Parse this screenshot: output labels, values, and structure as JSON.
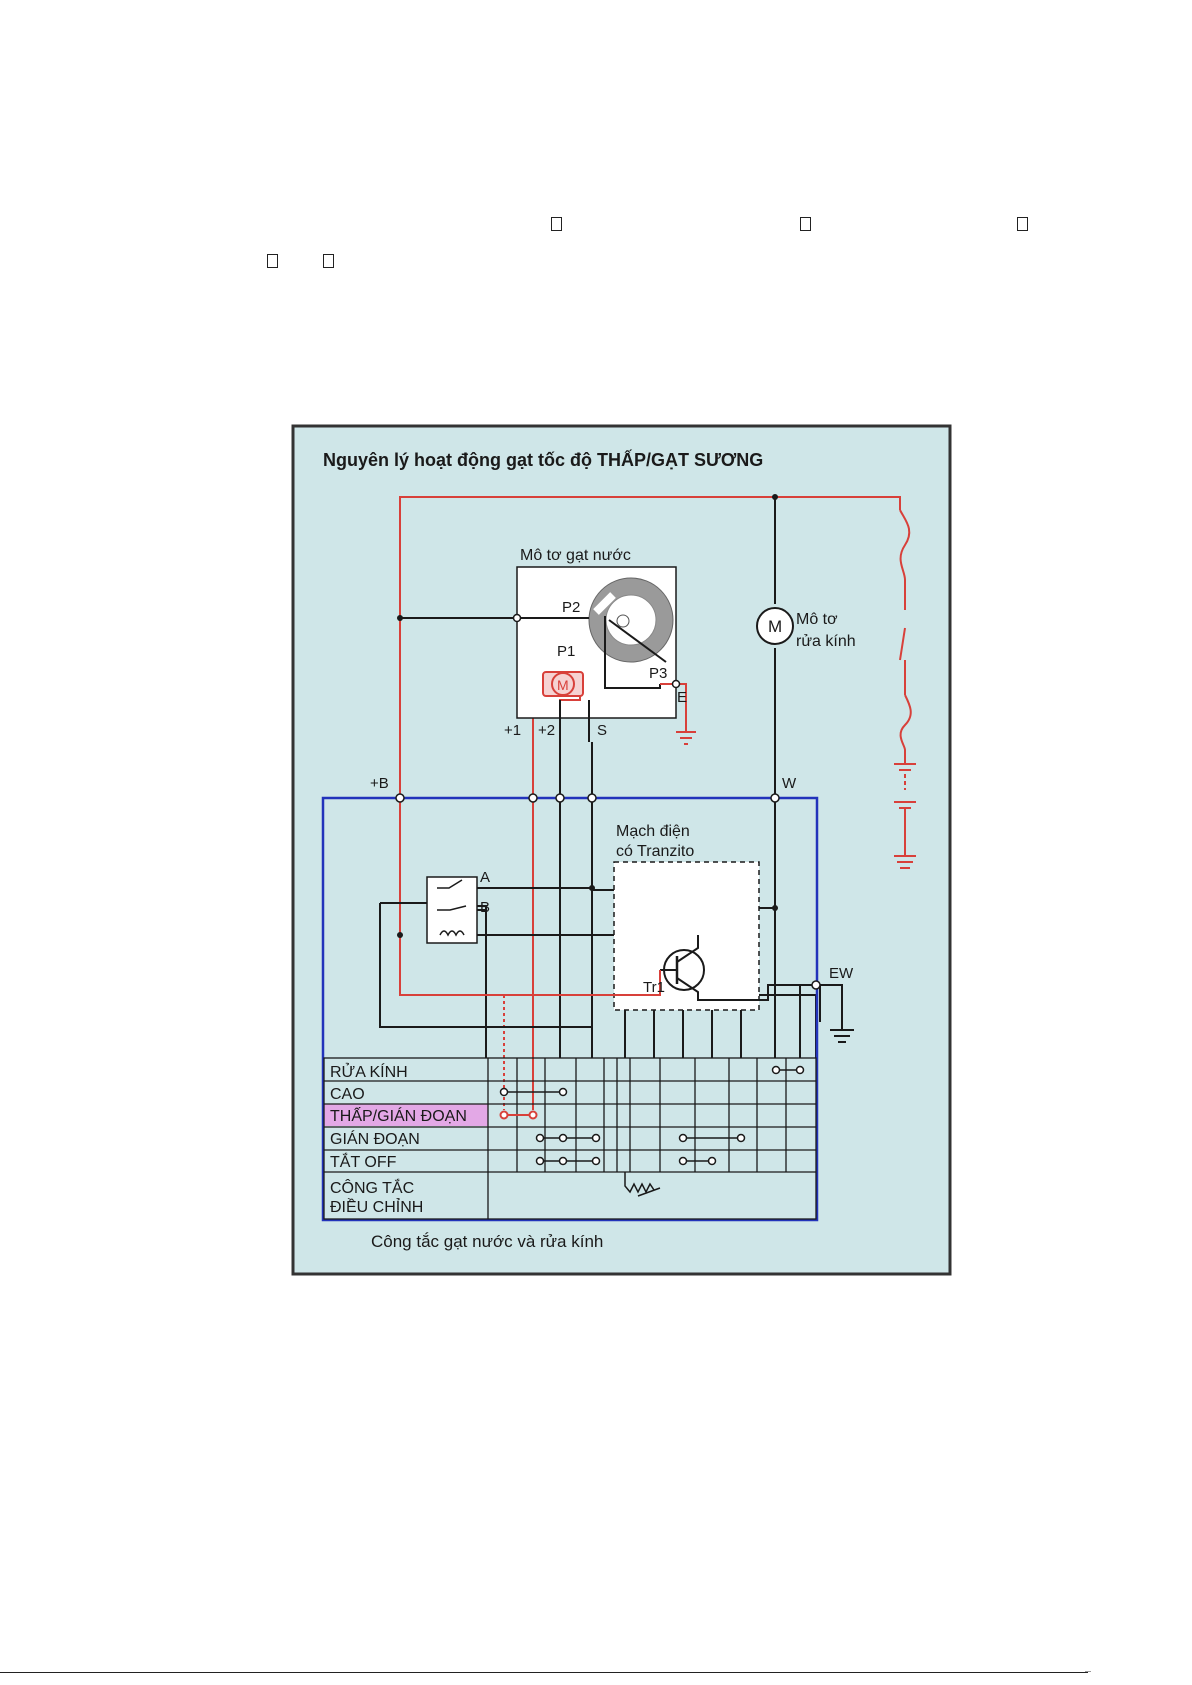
{
  "page": {
    "missing_glyphs": [
      "",
      "",
      "",
      "",
      ""
    ]
  },
  "diagram": {
    "title": "Nguyên lý hoạt động gạt tốc độ THẤP/GẠT SƯƠNG",
    "wiper_motor_label": "Mô tơ gạt nước",
    "washer_motor_label_1": "Mô tơ",
    "washer_motor_label_2": "rửa kính",
    "motor_letter": "M",
    "transistor_circuit_label_1": "Mạch điện",
    "transistor_circuit_label_2": "có Tranzito",
    "transistor_label": "Tr1",
    "terminals": {
      "p1": "P1",
      "p2": "P2",
      "p3": "P3",
      "e": "E",
      "plus1": "+1",
      "plus2": "+2",
      "s": "S",
      "plusb": "+B",
      "w": "W",
      "a": "A",
      "b": "B",
      "ew": "EW"
    },
    "switch_rows": [
      "RỬA KÍNH",
      "CAO",
      "THẤP/GIÁN ĐOẠN",
      "GIÁN ĐOẠN",
      "TẮT OFF"
    ],
    "adjust_label_1": "CÔNG TẮC",
    "adjust_label_2": "ĐIỀU CHỈNH",
    "caption": "Công tắc gạt nước và rửa kính",
    "colors": {
      "background": "#cfe6e8",
      "frame": "#333333",
      "active_wire": "#d8403a",
      "wire": "#1a1a1a",
      "switch_box": "#2233bb",
      "highlight_row": "#e3a8e6"
    }
  }
}
